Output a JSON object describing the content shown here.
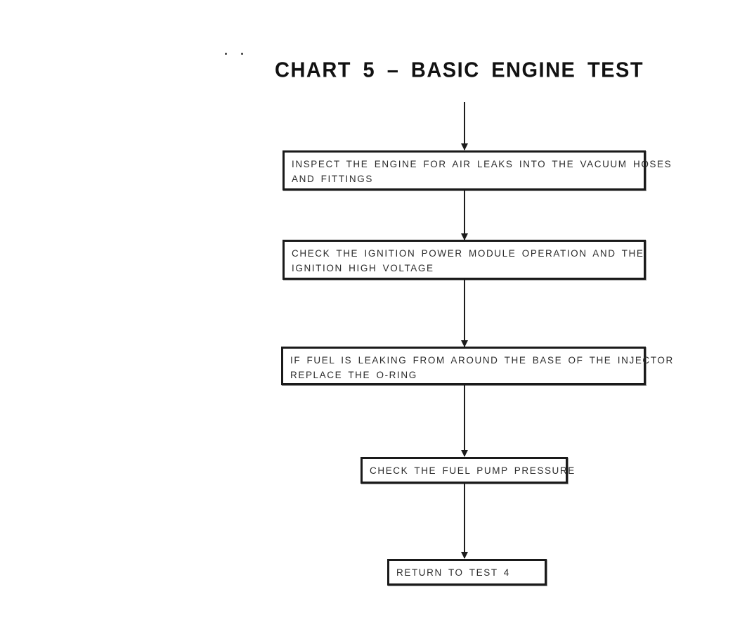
{
  "title": "CHART 5 – BASIC ENGINE TEST",
  "flowchart": {
    "steps": [
      {
        "id": "inspect-air-leaks",
        "lines": [
          "INSPECT THE ENGINE FOR AIR LEAKS INTO THE VACUUM HOSES",
          "AND FITTINGS"
        ]
      },
      {
        "id": "check-ignition-module",
        "lines": [
          "CHECK THE IGNITION POWER MODULE OPERATION AND THE",
          "IGNITION HIGH VOLTAGE"
        ]
      },
      {
        "id": "replace-o-ring",
        "lines": [
          "IF FUEL IS LEAKING FROM AROUND THE BASE OF THE INJECTOR",
          "REPLACE THE O-RING"
        ]
      },
      {
        "id": "check-fuel-pump",
        "lines": [
          "CHECK THE FUEL PUMP PRESSURE"
        ]
      },
      {
        "id": "return-to-test-4",
        "lines": [
          "RETURN TO TEST 4"
        ]
      }
    ],
    "flow_order": [
      "inspect-air-leaks",
      "check-ignition-module",
      "replace-o-ring",
      "check-fuel-pump",
      "return-to-test-4"
    ]
  },
  "colors": {
    "ink": "#1c1c1c",
    "paper": "#ffffff"
  }
}
